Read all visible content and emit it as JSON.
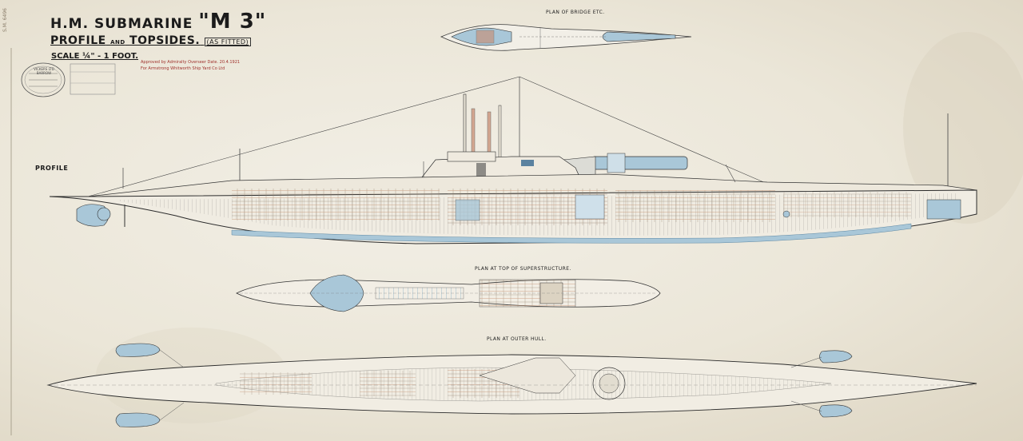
{
  "sheet": {
    "title_prefix": "H.M. SUBMARINE",
    "title_name": "\"M 3\"",
    "subtitle_a": "PROFILE",
    "subtitle_and": "AND",
    "subtitle_b": "TOPSIDES.",
    "subtitle_paren": "(AS FITTED)",
    "scale": "SCALE ¼\" - 1 FOOT.",
    "red_note_1": "Approved by Admiralty Overseer Date. 20.4.1921",
    "red_note_2": "For Armstrong Whitworth Ship Yard Co Ltd",
    "stamp_text": "VICKERS LTD BARROW",
    "corner_number": "S.M. 6496"
  },
  "views": {
    "profile_label": "PROFILE",
    "bridge_plan_label": "PLAN OF BRIDGE ETC.",
    "superstructure_plan_label": "PLAN AT TOP OF SUPERSTRUCTURE.",
    "outer_hull_plan_label": "PLAN AT OUTER HULL."
  },
  "colors": {
    "paper": "#ece7d9",
    "ink": "#2b2b2b",
    "hull_blue": "#a9c7d8",
    "tank_red": "#c98a6f",
    "annotation_red": "#a0322d"
  }
}
